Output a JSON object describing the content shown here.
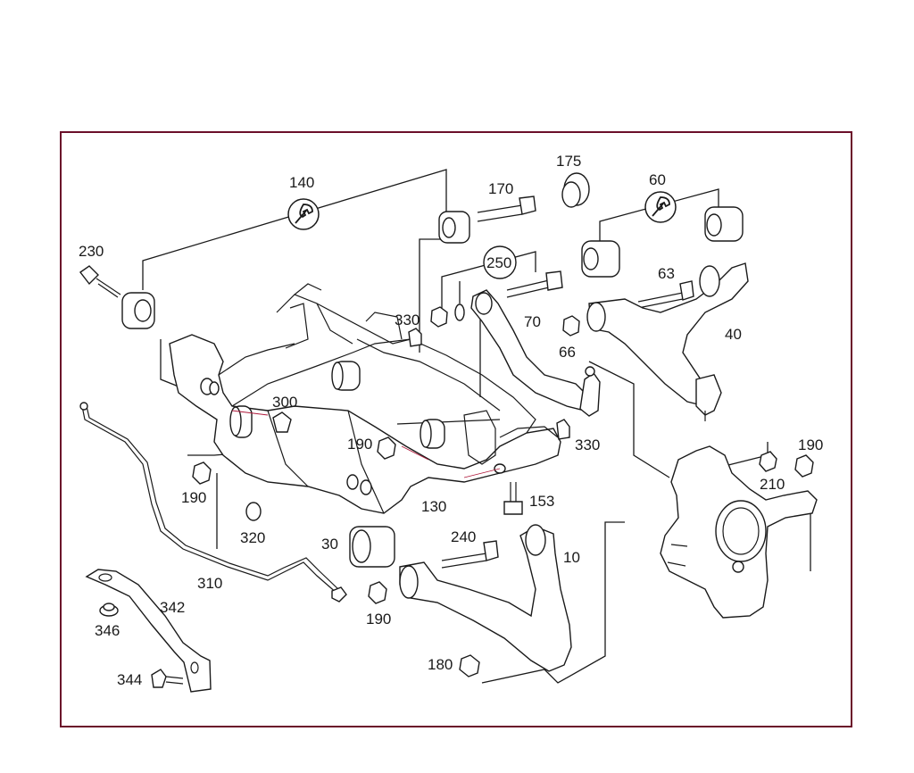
{
  "diagram": {
    "border_color": "#6b0f2a",
    "accent_color": "#b01a3c",
    "labels": {
      "p10": "10",
      "p30": "30",
      "p40": "40",
      "p60": "60",
      "p63": "63",
      "p66": "66",
      "p70": "70",
      "p130": "130",
      "p140": "140",
      "p153": "153",
      "p170": "170",
      "p175": "175",
      "p180": "180",
      "p190a": "190",
      "p190b": "190",
      "p190c": "190",
      "p190d": "190",
      "p210": "210",
      "p230": "230",
      "p240": "240",
      "p250": "250",
      "p300": "300",
      "p310": "310",
      "p320": "320",
      "p330a": "330",
      "p330b": "330",
      "p342": "342",
      "p344": "344",
      "p346": "346"
    },
    "icons": [
      "wrench-icon",
      "wrench-icon"
    ]
  }
}
